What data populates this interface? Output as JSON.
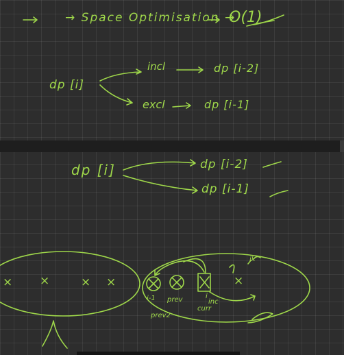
{
  "board": {
    "title": "→  Space  Optimisation  →",
    "title_complexity": "O(1)",
    "section1": {
      "state": "dp [i]",
      "incl_label": "incl",
      "incl_target": "dp [i-2]",
      "excl_label": "excl",
      "excl_target": "dp [i-1]"
    },
    "section2": {
      "state": "dp [i]",
      "target1": "dp [i-2]",
      "target2": "dp [i-1]"
    },
    "sketch": {
      "x_mark": "×",
      "label_i_minus_1": "i-1",
      "label_prev": "prev",
      "label_curr": "curr",
      "label_i": "i",
      "label_inc": "inc",
      "label_prev2": "prev2",
      "label_ik": "ik"
    }
  },
  "colors": {
    "ink": "#9fd84a",
    "background": "#2d2d2d",
    "grid": "#3d3d3d"
  }
}
